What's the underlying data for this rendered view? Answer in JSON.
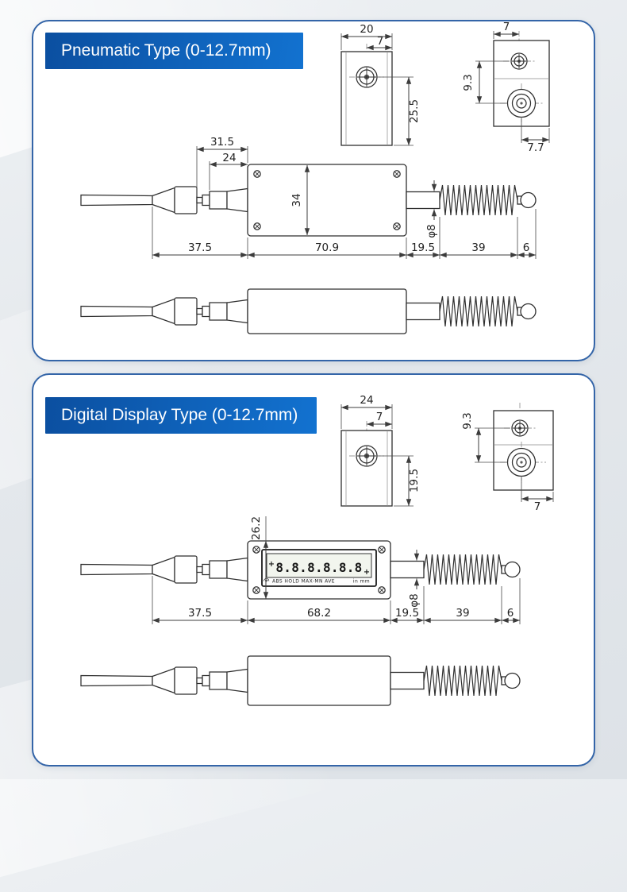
{
  "colors": {
    "accent_blue": "#0d55a8",
    "accent_blue_light": "#1272d0",
    "panel_border": "#3465a8",
    "drawing_line": "#2f2f2f",
    "background": "#e6eaee"
  },
  "panel1": {
    "title": "Pneumatic Type (0-12.7mm)",
    "top_view": {
      "w": "20",
      "off": "7",
      "h": "25.5"
    },
    "side_view": {
      "off": "7",
      "pitch": "9.3",
      "edge": "7.7"
    },
    "front_view": {
      "d1": "31.5",
      "d2": "24",
      "body_h": "34",
      "probe_dia": "φ8"
    },
    "chain": [
      "37.5",
      "70.9",
      "19.5",
      "39",
      "6"
    ]
  },
  "panel2": {
    "title": "Digital Display Type (0-12.7mm)",
    "top_view": {
      "w": "24",
      "off": "7",
      "h": "19.5"
    },
    "side_view": {
      "pitch": "9.3",
      "edge": "7"
    },
    "front_view": {
      "display_h": "26.2",
      "probe_dia": "φ8"
    },
    "lcd": {
      "plus_left": "+",
      "value": "8.8.8.8.8.8",
      "plus_right": "+",
      "labels": "ABS HOLD MAX-MN AVE",
      "units": "in mm"
    },
    "chain": [
      "37.5",
      "68.2",
      "19.5",
      "39",
      "6"
    ]
  }
}
